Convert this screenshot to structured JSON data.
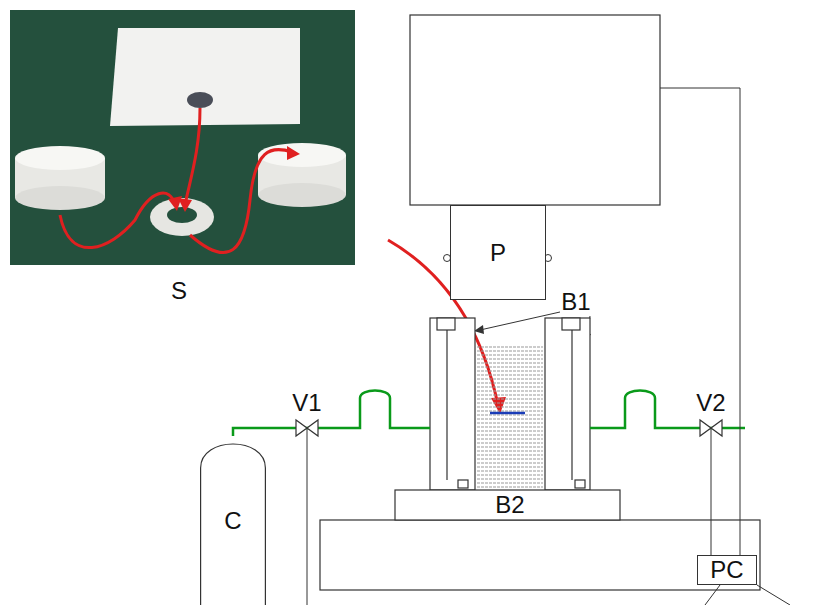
{
  "diagram": {
    "nodes": [
      {
        "text": [
          "P"
        ]
      },
      {
        "text": [
          "C"
        ]
      },
      {
        "text": [
          "PC"
        ]
      }
    ],
    "labels": [
      "S",
      "B1",
      "V1",
      "V2",
      "B2"
    ]
  }
}
